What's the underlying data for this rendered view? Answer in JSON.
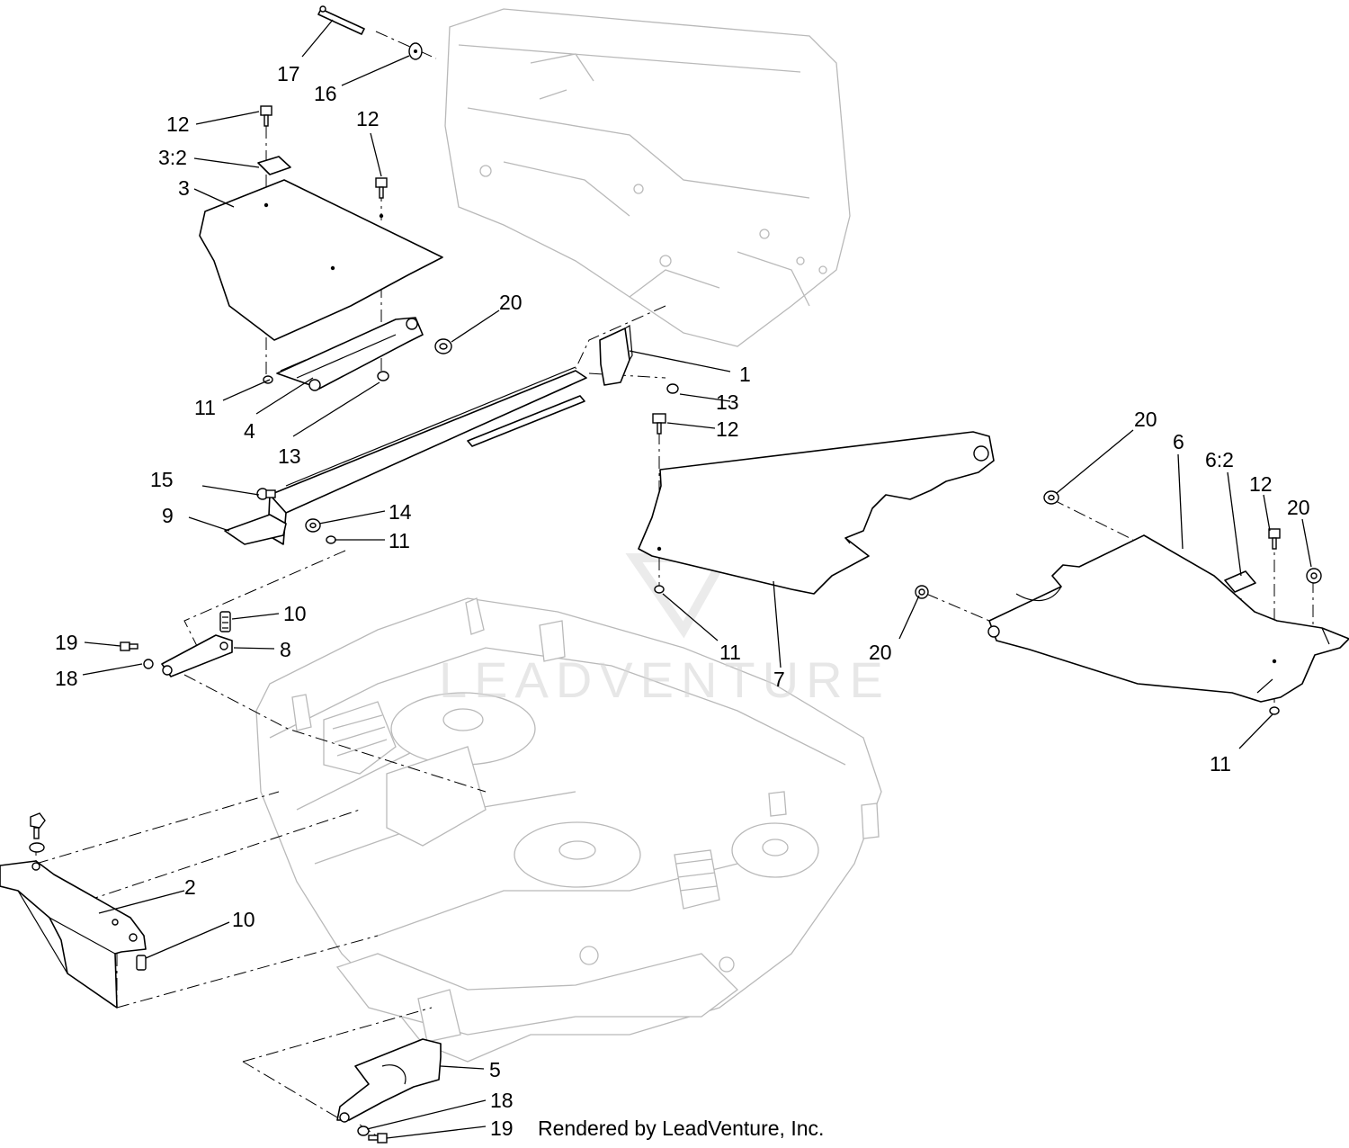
{
  "diagram": {
    "callouts": [
      {
        "id": "17",
        "text": "17"
      },
      {
        "id": "16",
        "text": "16"
      },
      {
        "id": "12a",
        "text": "12"
      },
      {
        "id": "32",
        "text": "3:2"
      },
      {
        "id": "3",
        "text": "3"
      },
      {
        "id": "12b",
        "text": "12"
      },
      {
        "id": "20a",
        "text": "20"
      },
      {
        "id": "1",
        "text": "1"
      },
      {
        "id": "13a",
        "text": "13"
      },
      {
        "id": "11a",
        "text": "11"
      },
      {
        "id": "4",
        "text": "4"
      },
      {
        "id": "13b",
        "text": "13"
      },
      {
        "id": "12c",
        "text": "12"
      },
      {
        "id": "20b",
        "text": "20"
      },
      {
        "id": "6",
        "text": "6"
      },
      {
        "id": "62",
        "text": "6:2"
      },
      {
        "id": "12d",
        "text": "12"
      },
      {
        "id": "20c",
        "text": "20"
      },
      {
        "id": "15",
        "text": "15"
      },
      {
        "id": "9",
        "text": "9"
      },
      {
        "id": "14",
        "text": "14"
      },
      {
        "id": "11b",
        "text": "11"
      },
      {
        "id": "10a",
        "text": "10"
      },
      {
        "id": "19a",
        "text": "19"
      },
      {
        "id": "8",
        "text": "8"
      },
      {
        "id": "18a",
        "text": "18"
      },
      {
        "id": "11c",
        "text": "11"
      },
      {
        "id": "7",
        "text": "7"
      },
      {
        "id": "20d",
        "text": "20"
      },
      {
        "id": "11d",
        "text": "11"
      },
      {
        "id": "2",
        "text": "2"
      },
      {
        "id": "10b",
        "text": "10"
      },
      {
        "id": "5",
        "text": "5"
      },
      {
        "id": "18b",
        "text": "18"
      },
      {
        "id": "19b",
        "text": "19"
      }
    ],
    "watermark": "LEADVENTURE",
    "credit": "Rendered by LeadVenture, Inc."
  },
  "colors": {
    "line": "#000000",
    "background": "#ffffff",
    "ghost": "#b9b9b9",
    "watermark": "#d8d8d8"
  }
}
